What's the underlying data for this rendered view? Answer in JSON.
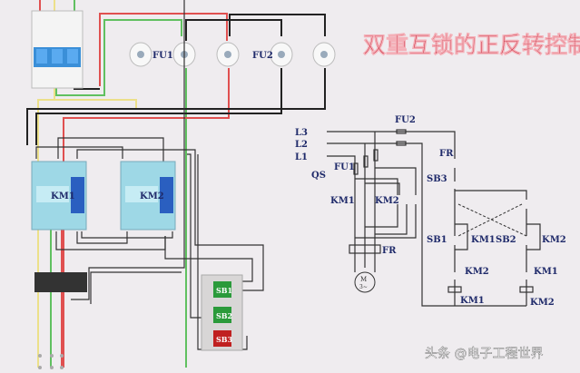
{
  "title": "双重互锁的正反转控制",
  "watermark": "头条 @电子工程世界",
  "wiring": {
    "fuse_labels": [
      "FU1",
      "FU2"
    ],
    "contactors": [
      "KM1",
      "KM2"
    ],
    "buttons": [
      {
        "label": "SB1",
        "color": "#2a9a3a"
      },
      {
        "label": "SB2",
        "color": "#2a9a3a"
      },
      {
        "label": "SB3",
        "color": "#c02020"
      }
    ]
  },
  "schematic": {
    "lines": [
      "L3",
      "L2",
      "L1"
    ],
    "qs": "QS",
    "fu1": "FU1",
    "fu2": "FU2",
    "km1_main": "KM1",
    "km2_main": "KM2",
    "fr_main": "FR",
    "motor": "M",
    "motor_sub": "3~",
    "fr_ctrl": "FR",
    "sb3": "SB3",
    "sb1": "SB1",
    "km1_hold": "KM1",
    "sb2": "SB2",
    "km2_hold": "KM2",
    "km2_interlock": "KM2",
    "km1_interlock": "KM1",
    "coil_km1": "KM1",
    "coil_km2": "KM2"
  },
  "colors": {
    "red_wire": "#e05050",
    "green_wire": "#60c060",
    "yellow_wire": "#ece08a",
    "black_wire": "#222222",
    "title": "#c0182c"
  }
}
